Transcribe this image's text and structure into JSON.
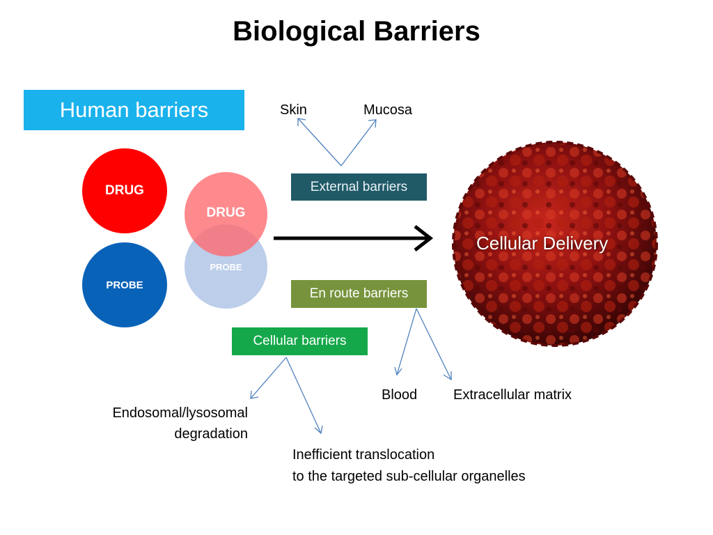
{
  "title": "Biological Barriers",
  "human_barriers": "Human barriers",
  "external": {
    "box": "External barriers",
    "children": [
      "Skin",
      "Mucosa"
    ]
  },
  "en_route": {
    "box": "En route barriers",
    "children": [
      "Blood",
      "Extracellular matrix"
    ]
  },
  "cellular": {
    "box": "Cellular barriers",
    "children": [
      "Endosomal/lysosomal",
      "degradation",
      "Inefficient translocation",
      "to the targeted sub-cellular organelles"
    ]
  },
  "circles": {
    "drug": "DRUG",
    "probe": "PROBE",
    "drug_merged": "DRUG",
    "probe_merged": "PROBE"
  },
  "cell": {
    "label": "Cellular Delivery"
  },
  "colors": {
    "human_box": "#1ab2ec",
    "external_box": "#215a67",
    "en_route_box": "#77933c",
    "cellular_box": "#14a84b",
    "drug": "#ff0000",
    "probe": "#0862b8",
    "arrows": "#4f81bd",
    "cell": "#8b1010"
  }
}
